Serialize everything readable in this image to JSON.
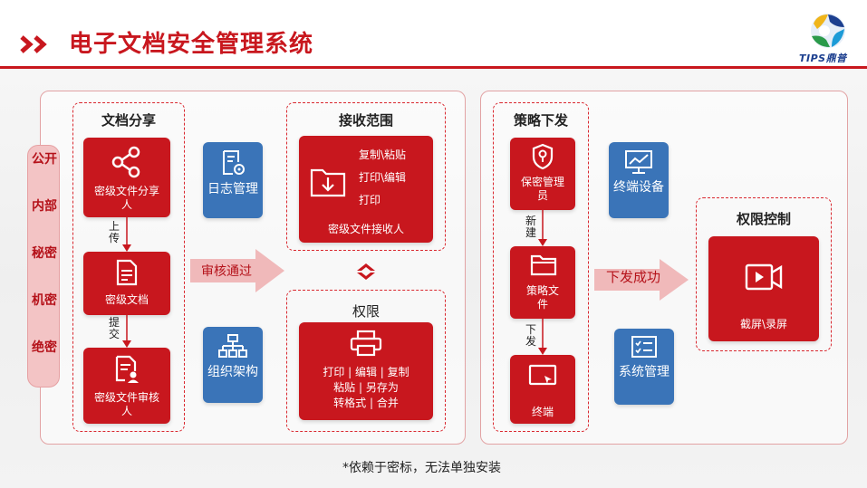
{
  "header": {
    "title": "电子文档安全管理系统",
    "logo_text": "TIPS鼎普"
  },
  "levels": [
    "公开",
    "内部",
    "秘密",
    "机密",
    "绝密"
  ],
  "left_section": {
    "share_group": {
      "title": "文档分享",
      "tiles": [
        {
          "label": "密级文件分享人",
          "icon": "share-icon"
        },
        {
          "label": "密级文档",
          "icon": "document-icon"
        },
        {
          "label": "密级文件审核人",
          "icon": "reviewer-document-icon"
        }
      ],
      "step_labels": [
        "上传",
        "提交"
      ]
    },
    "blue_tiles": [
      {
        "label": "日志管理",
        "icon": "log-gear-icon"
      },
      {
        "label": "组织架构",
        "icon": "org-chart-icon"
      }
    ],
    "approve_arrow_label": "审核通过",
    "receive_group": {
      "title": "接收范围",
      "actions": [
        "复制\\粘贴",
        "打印\\编辑",
        "打印"
      ],
      "recipient": "密级文件接收人"
    },
    "permission_group": {
      "title": "权限",
      "lines": [
        "打印 | 编辑 | 复制",
        "粘贴 | 另存为",
        "转格式 | 合并"
      ]
    }
  },
  "right_section": {
    "policy_group": {
      "title": "策略下发",
      "tiles": [
        {
          "label": "保密管理员",
          "icon": "shield-key-icon"
        },
        {
          "label": "策略文件",
          "icon": "folder-icon"
        },
        {
          "label": "终端",
          "icon": "terminal-screen-icon"
        }
      ],
      "step_labels": [
        "新建",
        "下发"
      ]
    },
    "blue_tiles": [
      {
        "label": "终端设备",
        "icon": "monitor-chart-icon"
      },
      {
        "label": "系统管理",
        "icon": "checklist-icon"
      }
    ],
    "deliver_arrow_label": "下发成功",
    "control_group": {
      "title": "权限控制",
      "tile_label": "截屏\\录屏",
      "icon": "video-camera-icon"
    }
  },
  "footnote": "*依赖于密标，无法单独安装",
  "colors": {
    "brand_red": "#c8171e",
    "blue": "#3a74b8",
    "pink": "#f3c4c5",
    "arrow_pink": "#f0b9ba"
  }
}
